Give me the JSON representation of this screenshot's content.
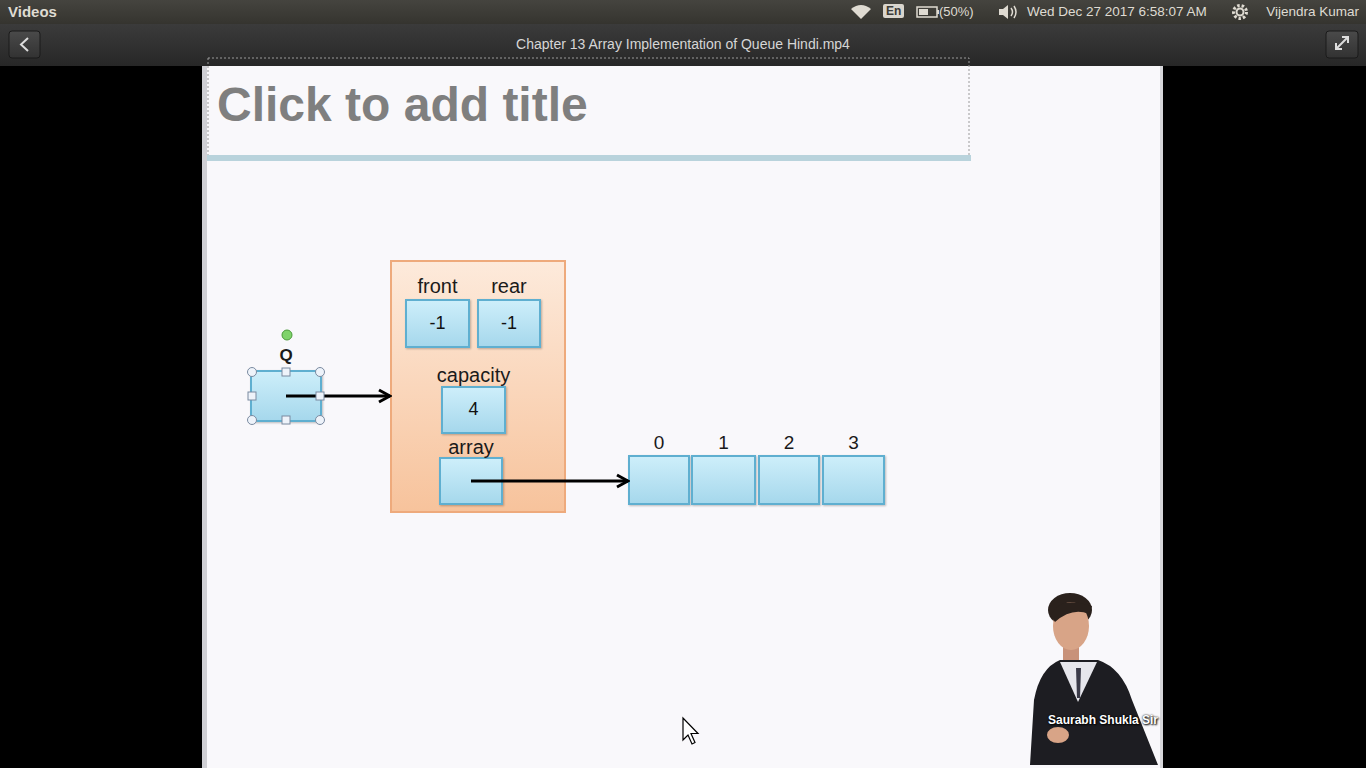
{
  "diagram": {
    "title": "Click to add title",
    "nodes": [
      {
        "text": [
          "Q"
        ]
      },
      {
        "text": []
      },
      {
        "text": [
          "front",
          "-1"
        ],
        "in": 1
      },
      {
        "text": [
          "rear",
          "-1"
        ],
        "in": 1
      },
      {
        "text": [
          "capacity",
          "4"
        ],
        "in": 1
      },
      {
        "text": [
          "array"
        ],
        "in": 1
      },
      {
        "text": [
          "0"
        ]
      },
      {
        "text": [
          "1"
        ]
      },
      {
        "text": [
          "2"
        ]
      },
      {
        "text": [
          "3"
        ]
      }
    ],
    "edges": [
      {
        "from": 0,
        "to": 1,
        "arrow": "to"
      },
      {
        "from": 5,
        "to": 6,
        "arrow": "to"
      }
    ],
    "labels": [
      "Videos",
      "En",
      "(50%)",
      "Wed Dec 27 2017 6:58:07 AM",
      "Vijendra Kumar",
      "Chapter 13 Array Implementation of Queue Hindi.mp4",
      "Saurabh Shukla Sir"
    ]
  }
}
